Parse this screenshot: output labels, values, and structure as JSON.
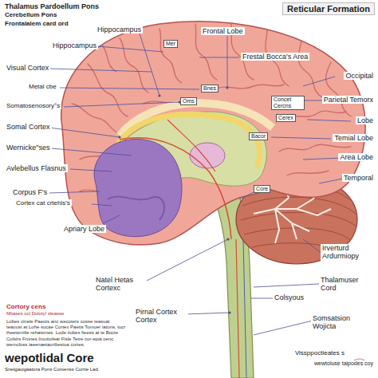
{
  "diagram": {
    "title": "Reticular Formation",
    "labels": [
      "Thalamus Pardoellum Pons",
      "Cerebellum Pons",
      "Frontalalem card ord",
      "Hippocampus",
      "Hippocampus",
      "Frontal Lobe",
      "Frestal Bocca's Area",
      "Occipital",
      "Visual Cortex",
      "Metal cbe",
      "Parietal Temorx",
      "Somatosenosory°s",
      "Lobe",
      "Somal Cortex",
      "Temial Lobe",
      "Wernicke\"ses",
      "Avlebellus Flasnus",
      "Area Lobe",
      "Temporal",
      "Corpus F's",
      "Cortex cat crtehis's",
      "Apriary Lobe",
      "Mer",
      "Bnes",
      "Oms",
      "Concet Cercns",
      "Cerex",
      "Bacor",
      "Core",
      "Irverturd Ardurmiopy",
      "Natel Hetas Cortexc",
      "Thalamuser Cord",
      "Colsyous",
      "Pirnal Cortex Cortex",
      "Somsatsion Wojicta",
      "Cortory cens",
      "Mitases vol Doloty! sleasse",
      "Lobes cinele Paeots anc wecoters cosse ieasuat teaoust at Lohe sucae Cortex Paetis Tomuer iatons, tocr iheetemilie rehaiemes. Lode iiobes fieess at te Bocte Colsirs Frones Iroutiofeat Fisle Tetre cor-epia oenc wemcloss iaeenaetaoriltestoa cortes.",
      "wepotlidal Core",
      "Snetgauigaatora Pons Coroenss Corrte Lad",
      "Vissppoctieates s",
      "wewtoluse taipodes coy"
    ]
  }
}
